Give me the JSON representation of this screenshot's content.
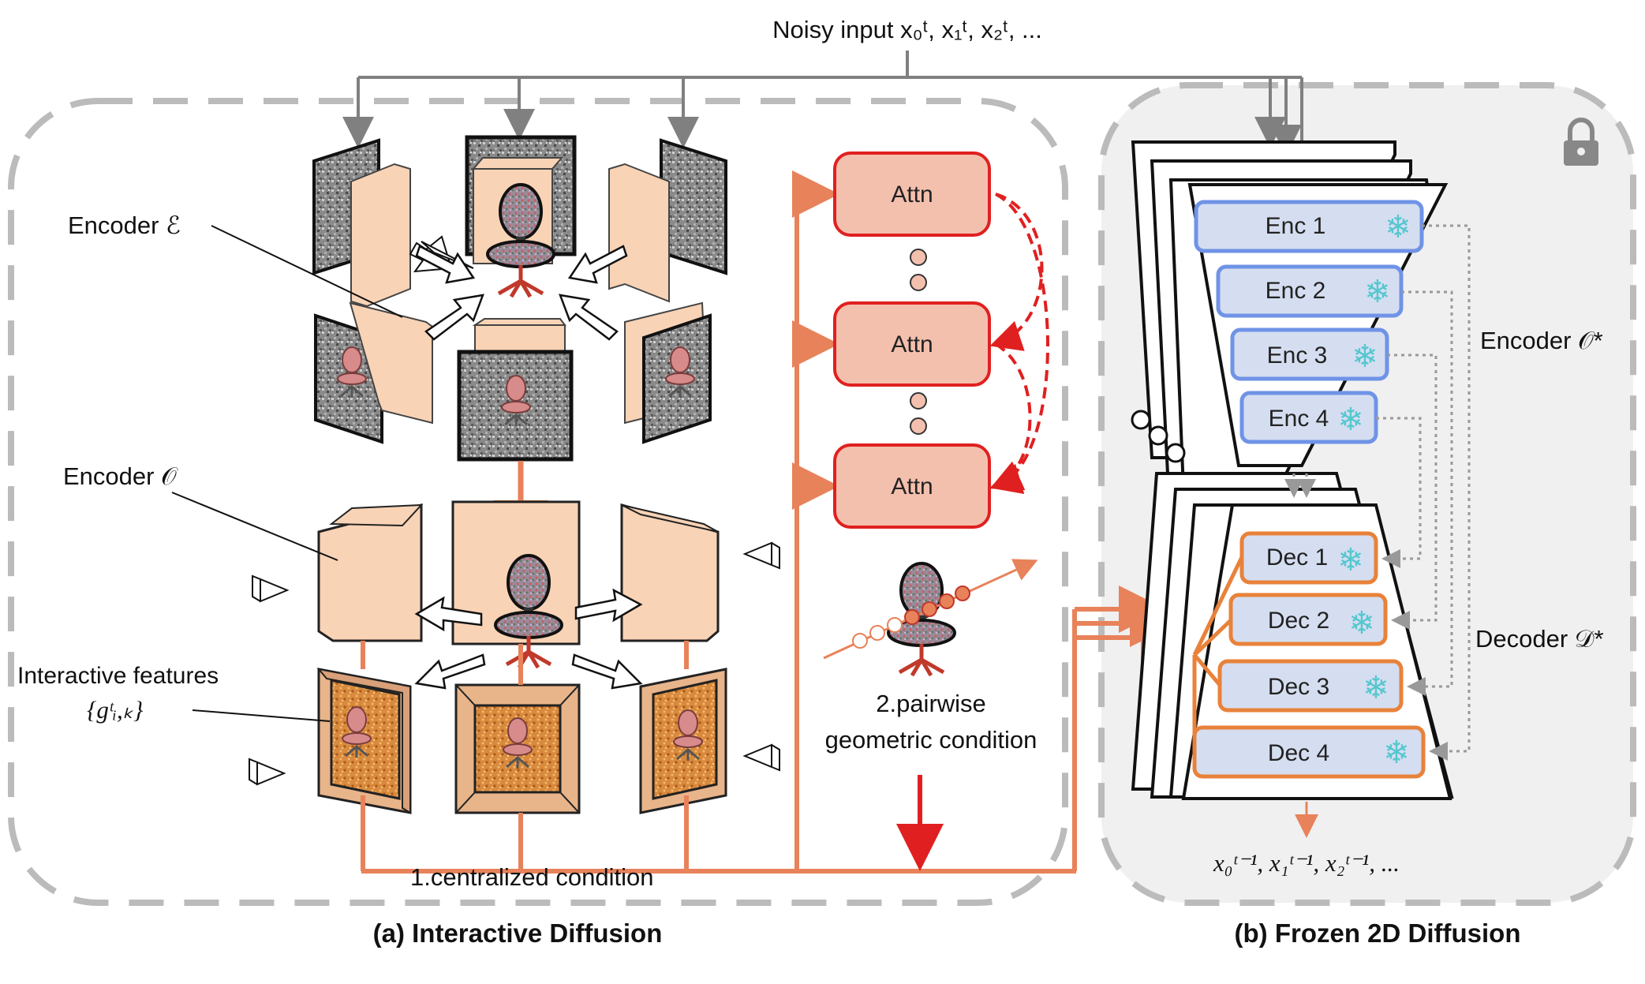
{
  "top_label": "Noisy input x₀ᵗ, x₁ᵗ, x₂ᵗ, ...",
  "left_panel": {
    "caption": "(a) Interactive Diffusion",
    "encoder_e_label": "Encoder ℰ",
    "encoder_o_label": "Encoder 𝒪",
    "interactive_features_label": "Interactive features",
    "interactive_features_math": "{gᵗᵢ,ₖ}",
    "attn_labels": [
      "Attn",
      "Attn",
      "Attn"
    ],
    "pairwise_label_line1": "2.pairwise",
    "pairwise_label_line2": "geometric condition",
    "centralized_label": "1.centralized condition"
  },
  "right_panel": {
    "caption": "(b) Frozen 2D Diffusion",
    "encoder_label": "Encoder 𝒪*",
    "decoder_label": "Decoder 𝒟*",
    "enc_blocks": [
      "Enc 1",
      "Enc 2",
      "Enc 3",
      "Enc 4"
    ],
    "dec_blocks": [
      "Dec 1",
      "Dec 2",
      "Dec 3",
      "Dec 4"
    ],
    "output_label": "x₀ᵗ⁻¹, x₁ᵗ⁻¹, x₂ᵗ⁻¹, ...",
    "lock_icon": "lock-icon",
    "snowflake_icon": "snowflake-icon"
  },
  "colors": {
    "orange_line": "#e8825a",
    "red_box_border": "#e02020",
    "red_box_fill": "#f4c0ae",
    "enc_border": "#6f93e6",
    "enc_fill": "#d5def0",
    "dec_border": "#e8823a",
    "panel_dash": "#bbbbbb",
    "frozen_fill": "#f0f0f0",
    "feature_plane": "#f9d3b6",
    "texture": "#d88a3a"
  }
}
